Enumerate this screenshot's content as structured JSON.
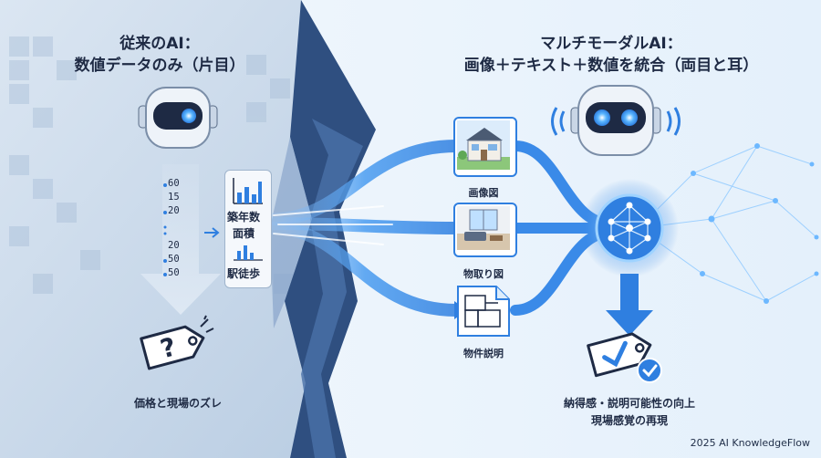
{
  "left": {
    "title_line1": "従来のAI：",
    "title_line2": "数値データのみ（片目）",
    "numbers": [
      "60",
      "15",
      "20",
      "20",
      "50",
      "50"
    ],
    "features": [
      "築年数",
      "面積",
      "駅徒歩"
    ],
    "caption": "価格と現場のズレ",
    "icons": [
      "robot-one-eye",
      "bar-chart",
      "price-tag-question"
    ]
  },
  "right": {
    "title_line1": "マルチモーダルAI：",
    "title_line2": "画像＋テキスト＋数値を統合（両目と耳）",
    "inputs": [
      "画像図",
      "物取り図",
      "物件説明"
    ],
    "caption_line1": "納得感・説明可能性の向上",
    "caption_line2": "現場感覚の再現",
    "icons": [
      "robot-two-eyes",
      "neural-network",
      "price-tag-check",
      "house",
      "room",
      "floor-plan"
    ]
  },
  "footer": "2025 AI KnowledgeFlow",
  "colors": {
    "accent": "#2f7fe0",
    "dark": "#1e2a44",
    "glow": "#5ab6ff"
  }
}
